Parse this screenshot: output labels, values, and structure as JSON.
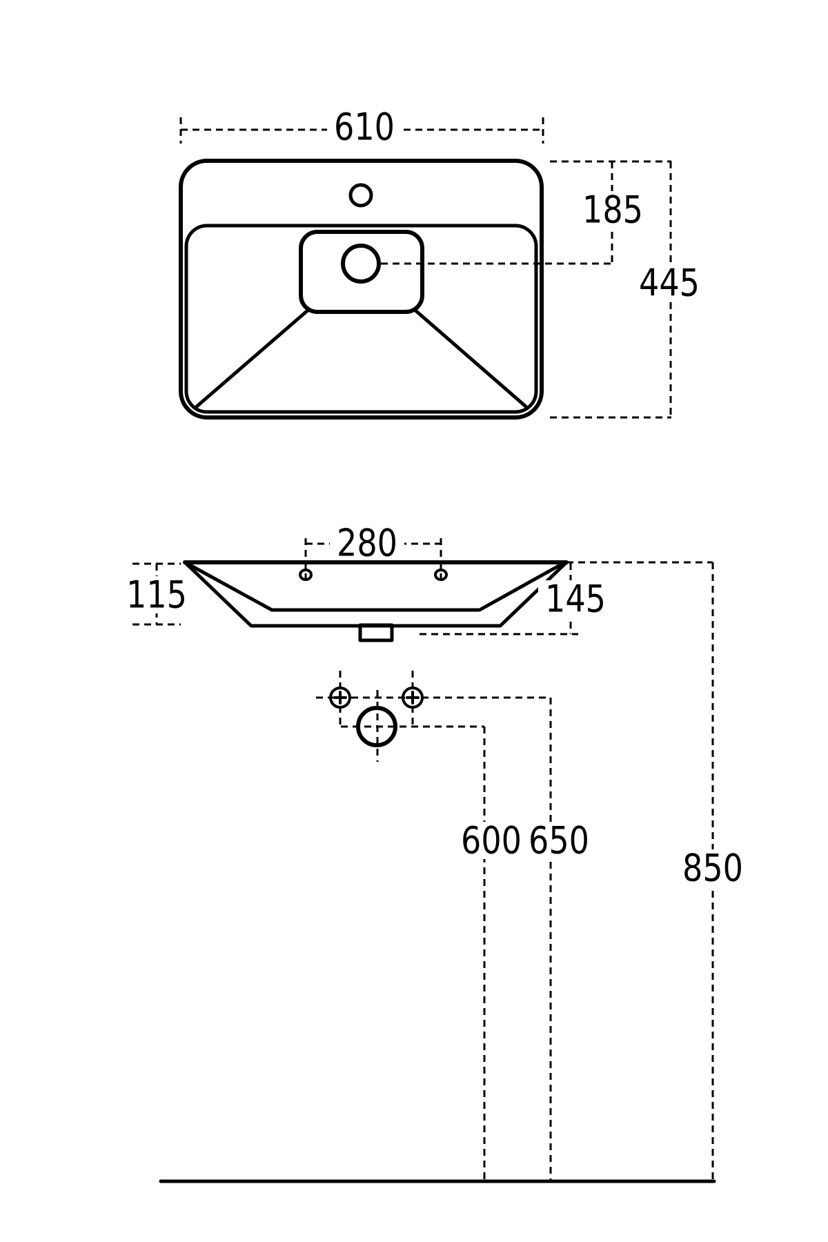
{
  "drawing": {
    "type": "washbasin-technical-dimension-drawing",
    "colors": {
      "line": "#000000",
      "background": "#ffffff"
    },
    "plan_view": {
      "width_label": "610",
      "tap_to_drain_label": "185",
      "depth_label": "445"
    },
    "front_view": {
      "hole_spacing_label": "280",
      "left_height_label": "115",
      "right_height_label": "145"
    },
    "installation": {
      "waste_height_label": "600",
      "supply_height_label": "650",
      "rim_height_label": "850"
    }
  }
}
